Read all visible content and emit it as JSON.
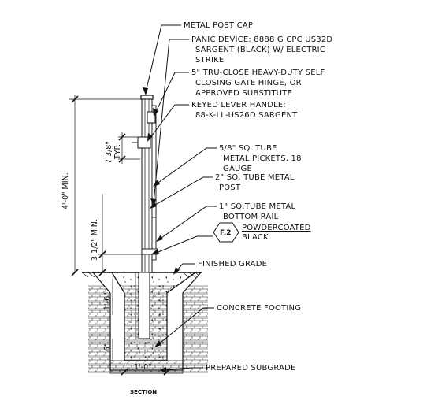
{
  "labels": {
    "cap": "METAL POST CAP",
    "panic1": "PANIC DEVICE: 8888 G CPC US32D",
    "panic2": "SARGENT (BLACK) W/ ELECTRIC",
    "panic3": "STRIKE",
    "hinge1": "5\" TRU-CLOSE HEAVY-DUTY SELF",
    "hinge2": "CLOSING GATE HINGE, OR",
    "hinge3": "APPROVED SUBSTITUTE",
    "lever1": "KEYED LEVER HANDLE:",
    "lever2": "88-K-LL-US26D SARGENT",
    "picket1": "5/8\" SQ. TUBE",
    "picket2": "METAL PICKETS, 18",
    "picket3": "GAUGE",
    "post1": "2\" SQ. TUBE METAL",
    "post2": "POST",
    "rail1": "1\" SQ.TUBE METAL",
    "rail2": "BOTTOM RAIL",
    "finish_tag": "F.2",
    "finish1": "POWDERCOATED",
    "finish2": "BLACK",
    "grade": "FINISHED GRADE",
    "footing": "CONCRETE FOOTING",
    "subgrade": "PREPARED SUBGRADE",
    "section": "SECTION"
  },
  "dimensions": {
    "height_min": "4'-0\" MIN.",
    "handle_height": "7 3/8\"",
    "handle_typ": "TYP.",
    "clearance": "3 1/2\" MIN.",
    "footing_depth": "1'-6\"",
    "footing_width": "1'-0\"",
    "footing_base": "6\""
  }
}
